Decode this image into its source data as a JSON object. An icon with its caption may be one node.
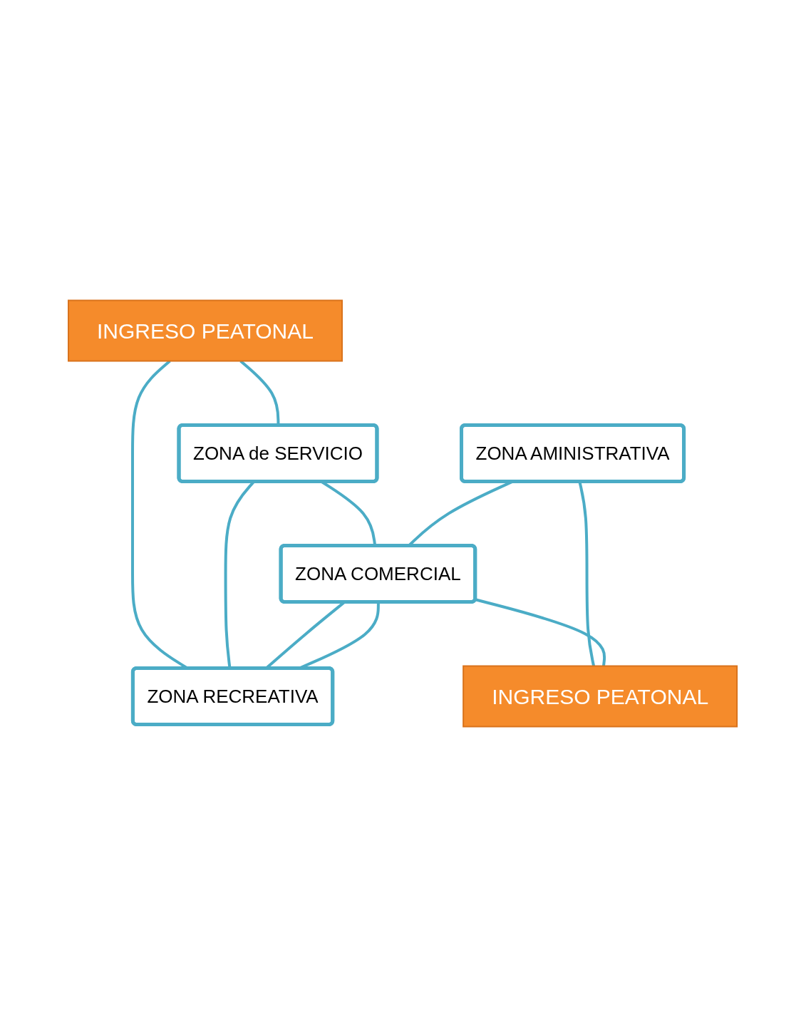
{
  "diagram": {
    "nodes": [
      {
        "text": [
          "INGRESO PEATONAL"
        ]
      },
      {
        "text": [
          "ZONA de SERVICIO"
        ]
      },
      {
        "text": [
          "ZONA RECREATIVA"
        ]
      },
      {
        "text": [
          "ZONA AMINISTRATIVA"
        ]
      },
      {
        "text": [
          "ZONA COMERCIAL"
        ]
      },
      {
        "text": [
          "INGRESO PEATONAL"
        ]
      }
    ],
    "edges": [
      {
        "from": 0,
        "to": 1,
        "arrow": "none"
      },
      {
        "from": 0,
        "to": 2,
        "arrow": "none"
      },
      {
        "from": 1,
        "to": 2,
        "arrow": "none"
      },
      {
        "from": 1,
        "to": 4,
        "arrow": "none"
      },
      {
        "from": 2,
        "to": 4,
        "arrow": "none"
      },
      {
        "from": 3,
        "to": 4,
        "arrow": "none"
      },
      {
        "from": 4,
        "to": 2,
        "arrow": "none"
      },
      {
        "from": 3,
        "to": 5,
        "arrow": "none"
      },
      {
        "from": 4,
        "to": 5,
        "arrow": "none"
      }
    ]
  }
}
